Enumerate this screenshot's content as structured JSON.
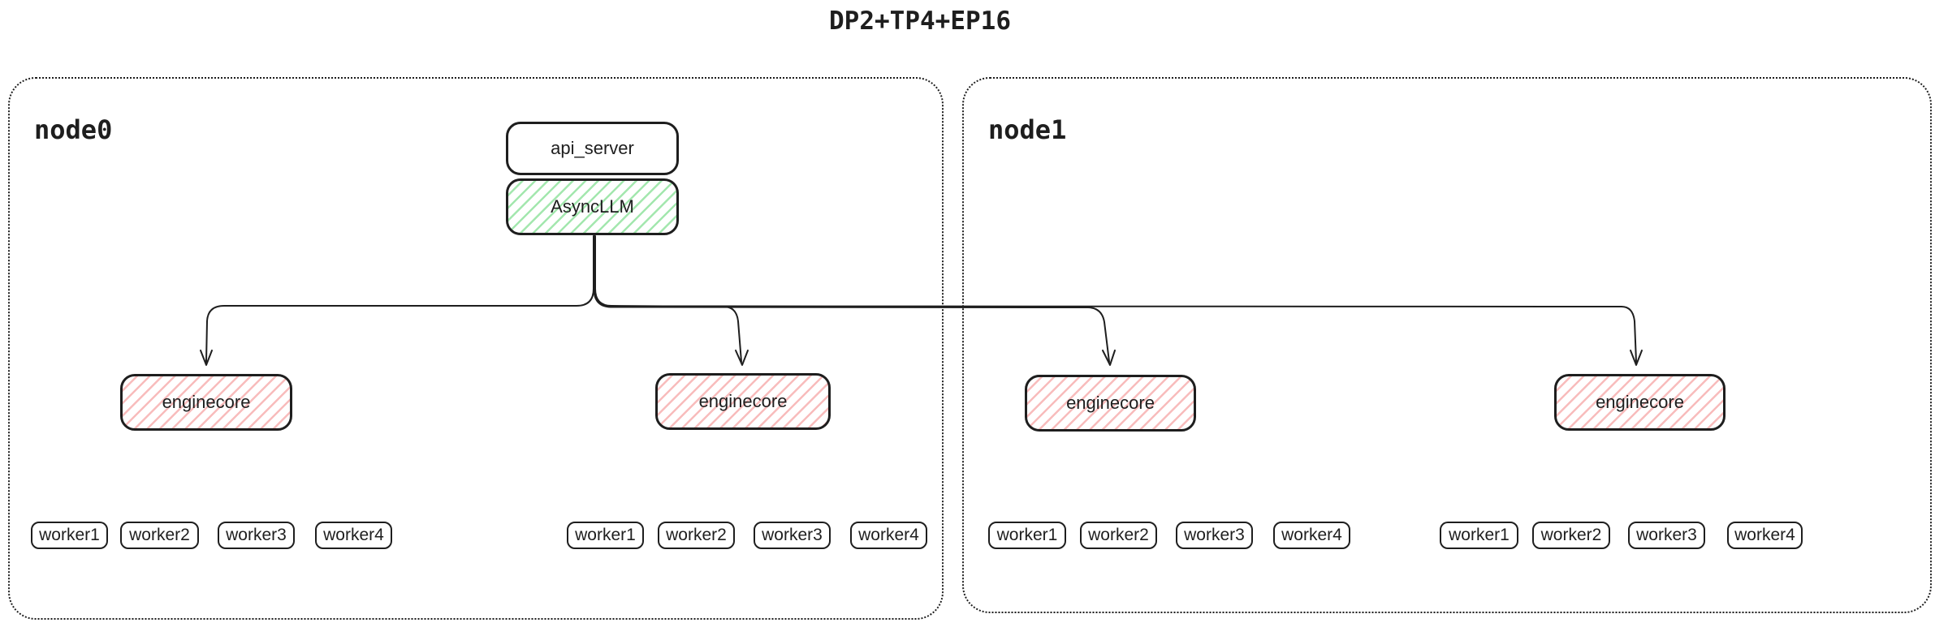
{
  "title": "DP2+TP4+EP16",
  "colors": {
    "stroke": "#1e1e1e",
    "green_hatch": "#a3e7ae",
    "red_hatch": "#f8bcbc",
    "background": "#ffffff"
  },
  "nodes": [
    {
      "label": "node0",
      "api_server_label": "api_server",
      "asyncllm_label": "AsyncLLM",
      "enginecores": [
        {
          "label": "enginecore",
          "workers": [
            "worker1",
            "worker2",
            "worker3",
            "worker4"
          ]
        },
        {
          "label": "enginecore",
          "workers": [
            "worker1",
            "worker2",
            "worker3",
            "worker4"
          ]
        }
      ]
    },
    {
      "label": "node1",
      "enginecores": [
        {
          "label": "enginecore",
          "workers": [
            "worker1",
            "worker2",
            "worker3",
            "worker4"
          ]
        },
        {
          "label": "enginecore",
          "workers": [
            "worker1",
            "worker2",
            "worker3",
            "worker4"
          ]
        }
      ]
    }
  ]
}
